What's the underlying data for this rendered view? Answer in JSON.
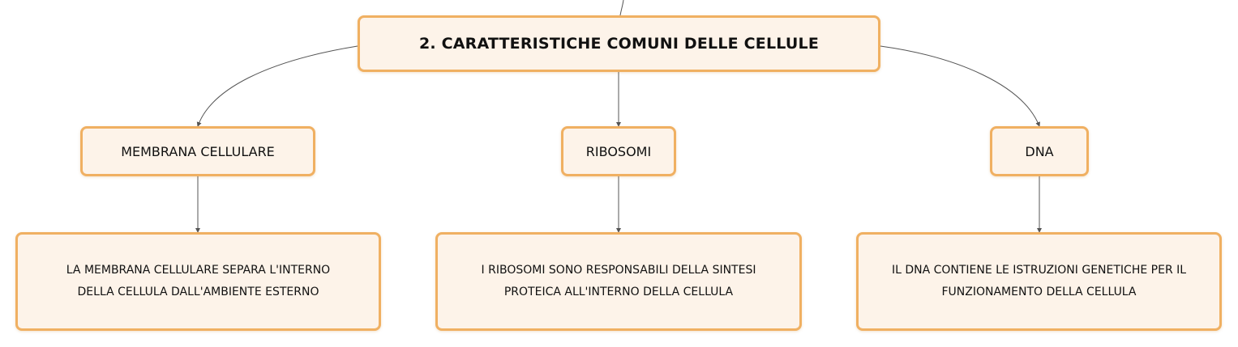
{
  "diagram": {
    "root": {
      "label": "2. CARATTERISTICHE COMUNI DELLE CELLULE"
    },
    "branches": [
      {
        "label": "MEMBRANA CELLULARE",
        "description_lines": [
          "LA MEMBRANA CELLULARE SEPARA L'INTERNO",
          "DELLA CELLULA DALL'AMBIENTE ESTERNO"
        ]
      },
      {
        "label": "RIBOSOMI",
        "description_lines": [
          "I RIBOSOMI SONO RESPONSABILI DELLA SINTESI",
          "PROTEICA ALL'INTERNO DELLA CELLULA"
        ]
      },
      {
        "label": "DNA",
        "description_lines": [
          "IL DNA CONTIENE LE ISTRUZIONI GENETICHE PER IL",
          "FUNZIONAMENTO DELLA CELLULA"
        ]
      }
    ],
    "colors": {
      "node_fill": "#fdf3e9",
      "node_border": "#f0b062",
      "connector": "#555555",
      "text": "#111111"
    }
  }
}
